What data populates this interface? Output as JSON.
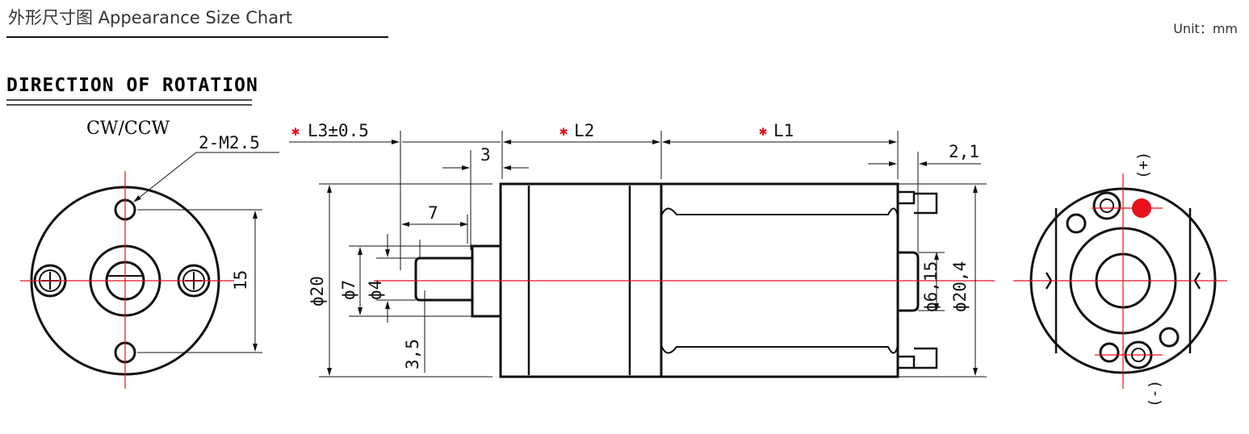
{
  "header": {
    "title": "外形尺寸图 Appearance Size Chart",
    "unit": "Unit：mm"
  },
  "rotation": {
    "title": "DIRECTION OF ROTATION",
    "value": "CW/CCW"
  },
  "front_view": {
    "thread_label": "2-M2.5",
    "hole_spacing": "15"
  },
  "side_view": {
    "l3": "L3±0.5",
    "l2": "L2",
    "l1": "L1",
    "star": "✱",
    "shoulder": "3",
    "shaft_length": "7",
    "terminal_offset": "2,1",
    "body_dia": "ϕ20",
    "boss_dia": "ϕ7",
    "shaft_dia": "ϕ4",
    "flat": "3,5",
    "bearing_dia": "ϕ6,15",
    "motor_dia": "ϕ20,4"
  },
  "rear_view": {
    "plus": "(+)",
    "minus": "(-)"
  },
  "colors": {
    "centerline": "#e8101c",
    "line": "#111111",
    "marker": "#e8101c"
  }
}
